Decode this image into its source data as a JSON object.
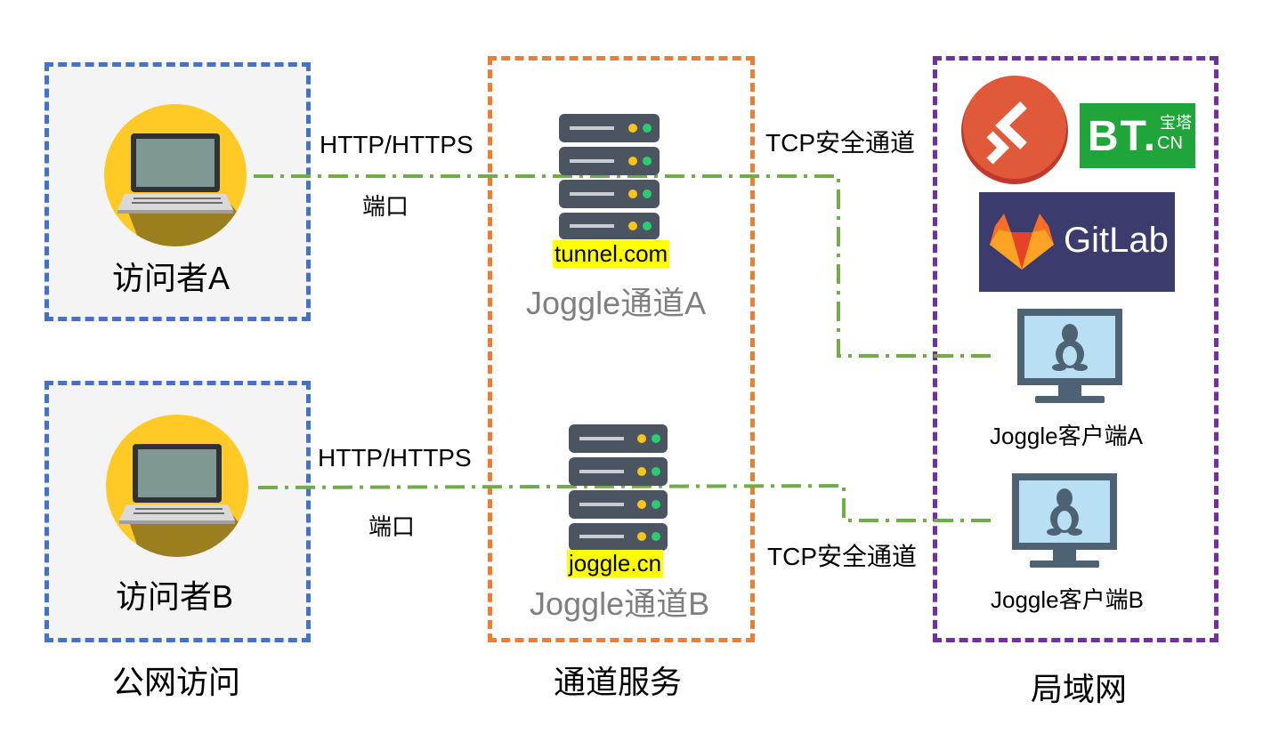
{
  "visitor_a": {
    "label": "访问者A"
  },
  "visitor_b": {
    "label": "访问者B"
  },
  "server_a": {
    "domain": "tunnel.com",
    "name": "Joggle通道A"
  },
  "server_b": {
    "domain": "joggle.cn",
    "name": "Joggle通道B"
  },
  "link_a": {
    "protocol": "HTTP/HTTPS",
    "port": "端口",
    "tcp": "TCP安全通道"
  },
  "link_b": {
    "protocol": "HTTP/HTTPS",
    "port": "端口",
    "tcp": "TCP安全通道"
  },
  "client_a": {
    "label": "Joggle客户端A"
  },
  "client_b": {
    "label": "Joggle客户端B"
  },
  "apps": {
    "bt_main": "BT.",
    "bt_sub": "宝塔",
    "bt_cn": "CN",
    "gitlab": "GitLab"
  },
  "groups": {
    "public": "公网访问",
    "tunnel": "通道服务",
    "lan": "局域网"
  },
  "colors": {
    "public_border": "#4472c4",
    "tunnel_border": "#ed7d31",
    "lan_border": "#7030a0",
    "link": "#70ad47",
    "highlight": "#ffff00"
  }
}
